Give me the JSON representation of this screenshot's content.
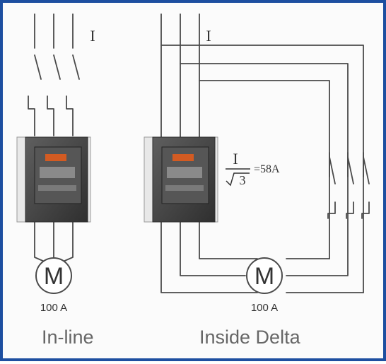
{
  "left_diagram": {
    "current_label": "I",
    "motor_label": "M",
    "motor_current": "100 A",
    "caption": "In-line"
  },
  "right_diagram": {
    "current_label": "I",
    "formula_numerator": "I",
    "formula_root": "3",
    "formula_result": "=58A",
    "motor_label": "M",
    "motor_current": "100 A",
    "caption": "Inside Delta"
  },
  "colors": {
    "frame": "#1d4fa0",
    "wire": "#4a4a4a",
    "starter_body": "#3e3e3e",
    "starter_panel": "#6f6f6f",
    "starter_accent": "#d35b22"
  }
}
